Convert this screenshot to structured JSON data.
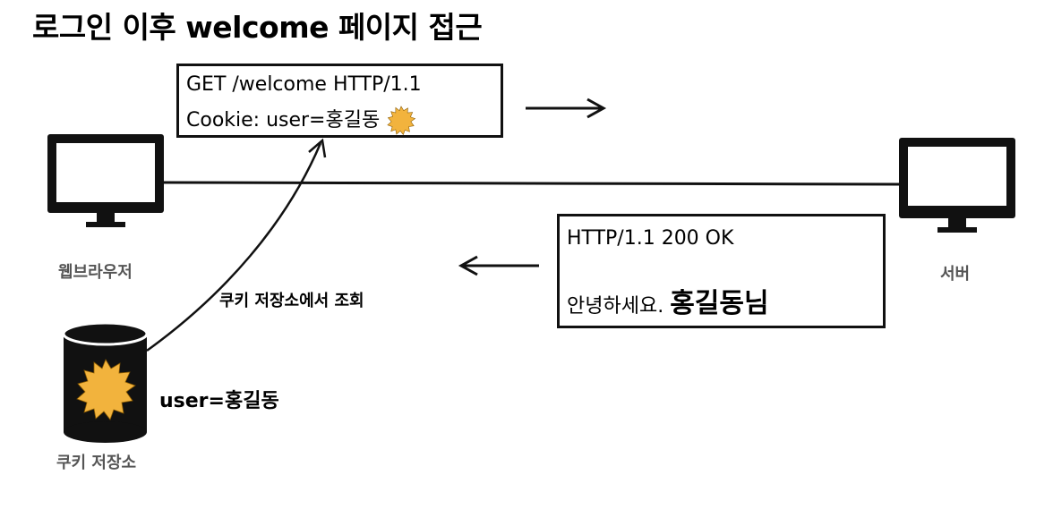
{
  "title": "로그인 이후 welcome 페이지 접근",
  "request": {
    "line1": "GET /welcome HTTP/1.1",
    "line2": "Cookie: user=홍길동"
  },
  "response": {
    "line1": "HTTP/1.1 200 OK",
    "line2_prefix": "안녕하세요. ",
    "line2_name": "홍길동님"
  },
  "labels": {
    "browser": "웹브라우저",
    "server": "서버",
    "cookie_store": "쿠키 저장소",
    "lookup": "쿠키 저장소에서 조회"
  },
  "store_value": "user=홍길동",
  "icons": {
    "client": "monitor-icon",
    "server": "monitor-icon",
    "store": "database-cylinder-icon",
    "cookie": "sunburst-badge-icon"
  },
  "colors": {
    "badge": "#f2b33d",
    "stroke": "#111111",
    "gray_label": "#555555"
  }
}
